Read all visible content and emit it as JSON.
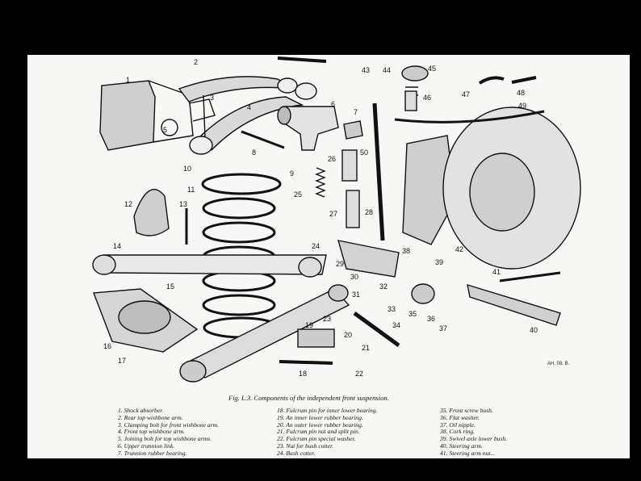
{
  "figure_code": "AH. 08. B.",
  "caption": "Fig. L.3.   Components of the independent front suspension.",
  "callouts": [
    "1",
    "2",
    "3",
    "4",
    "5",
    "6",
    "7",
    "8",
    "9",
    "10",
    "11",
    "12",
    "13",
    "14",
    "15",
    "16",
    "17",
    "18",
    "19",
    "20",
    "21",
    "22",
    "23",
    "24",
    "25",
    "26",
    "27",
    "28",
    "29",
    "30",
    "31",
    "32",
    "33",
    "34",
    "35",
    "36",
    "37",
    "38",
    "39",
    "40",
    "41",
    "42",
    "43",
    "44",
    "45",
    "46",
    "47",
    "48",
    "49",
    "50"
  ],
  "legend": {
    "col1": [
      "1.  Shock absorber.",
      "2.  Rear top wishbone arm.",
      "3.  Clamping bolt for front wishbone arm.",
      "4.  Front top wishbone arm.",
      "5.  Joining bolt for top wishbone arms.",
      "6.  Upper trunnion link.",
      "7.  Trunnion rubber bearing."
    ],
    "col2": [
      "18.  Fulcrum pin for inner lower bearing.",
      "19.  An inner lower rubber bearing.",
      "20.  An outer lower rubber bearing.",
      "21.  Fulcrum pin nut and split pin.",
      "22.  Fulcrum pin special washer.",
      "23.  Nut for bush cotter.",
      "24.  Bush cotter."
    ],
    "col3": [
      "35.  Front screw bush.",
      "36.  Flat washer.",
      "37.  Oil nipple.",
      "38.  Cork ring.",
      "39.  Swivel axle lower bush.",
      "40.  Steering arm.",
      "41.  Steering arm nut..."
    ]
  }
}
